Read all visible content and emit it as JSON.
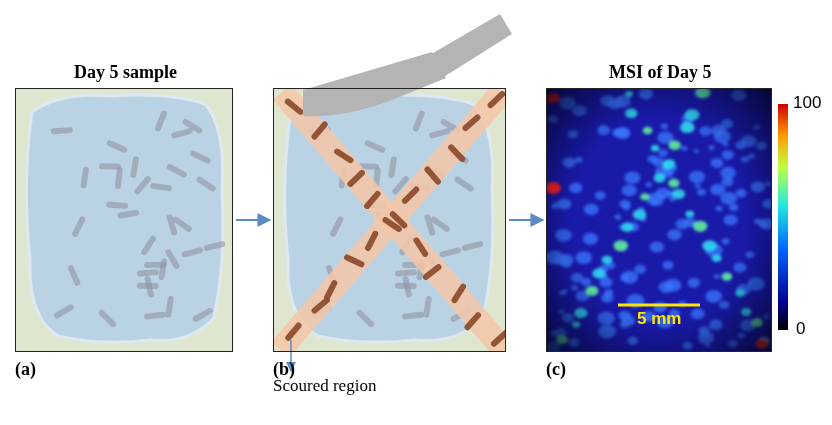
{
  "diagram": {
    "nodes": [
      {
        "text": [
          "Day 5 sample",
          "(a)"
        ]
      },
      {
        "text": [
          "(b)"
        ]
      },
      {
        "text": [
          "MSI of Day 5",
          "(c)"
        ]
      }
    ],
    "edges": [
      {
        "from": 0,
        "to": 1,
        "arrow": "to"
      },
      {
        "from": 1,
        "to": 2,
        "arrow": "to"
      }
    ],
    "labels": [
      "Scoured region",
      "5 mm",
      "100",
      "0"
    ]
  }
}
